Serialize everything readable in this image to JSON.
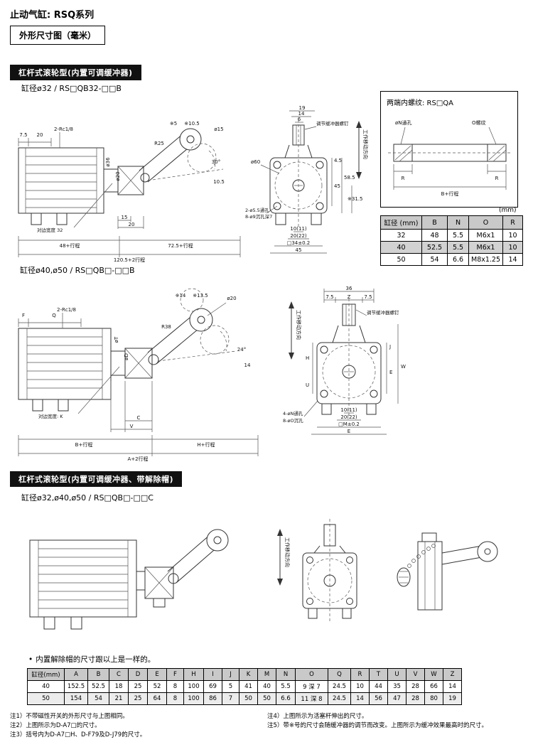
{
  "page": {
    "title": "止动气缸: RSQ系列",
    "dim_box": "外形尺寸图（毫米）",
    "unit_note": "(mm)"
  },
  "sec1": {
    "bar": "杠杆式滚轮型(内置可调缓冲器)",
    "model32": "缸径ø32 / RS□QB32-□□B",
    "model4050": "缸径ø40,ø50 / RS□QB□-□□B"
  },
  "sec2": {
    "bar": "杠杆式滚轮型(内置可调缓冲器、带解除帽)",
    "model": "缸径ø32,ø40,ø50 / RS□QB□-□□C",
    "same_dim_note": "内置解除帽的尺寸跟以上是一样的。"
  },
  "threadbox": {
    "title": "两端内螺纹: RS□QA",
    "n_hole": "øN通孔",
    "o_thread": "O螺纹",
    "r1": "R",
    "r2": "R",
    "b_stroke": "B+行程"
  },
  "d1s": {
    "n75": "7.5",
    "rc": "2-Rc1/8",
    "n20": "20",
    "o36": "ø36",
    "o20": "ø20",
    "r25": "R25",
    "s5": "※5",
    "s105": "※10.5",
    "o15": "ø15",
    "a30": "30°",
    "n105": "10.5",
    "flats": "对边宽度 32",
    "n15": "15",
    "n20b": "20",
    "dim1": "48+行程",
    "dim2": "72.5+行程",
    "dim3": "120.5+2行程"
  },
  "d1f": {
    "move": "工作移动方向",
    "n19": "19",
    "n14": "14",
    "n6": "6",
    "o60": "ø60",
    "n45a": "4.5",
    "n45": "45",
    "n585": "58.5",
    "s315": "※31.5",
    "adj": "调节缓冲器螺钉",
    "th": "2-ø5.5通孔",
    "cb": "8-ø9沉孔深7",
    "b1": "10(11)",
    "b2": "20(22)",
    "b3": "□34±0.2",
    "b4": "45"
  },
  "d2s": {
    "f": "F",
    "rc": "2-Rc1/8",
    "q": "Q",
    "s14": "※14",
    "s135": "※13.5",
    "o20": "ø20",
    "r38": "R38",
    "ot": "øT",
    "od": "øD",
    "a24": "24°",
    "n14": "14",
    "flats": "对边宽度: K",
    "c": "C",
    "v": "V",
    "dim1": "B+行程",
    "dim2": "H+行程",
    "dim3": "A+2行程"
  },
  "d2f": {
    "move": "工作移动方向",
    "n36": "36",
    "z": "Z",
    "n75l": "7.5",
    "n75r": "7.5",
    "j": "J",
    "e": "E",
    "w": "W",
    "u": "U",
    "h": "H",
    "adj": "调节缓冲器螺钉",
    "th": "4-øN通孔",
    "cb": "8-øO沉孔",
    "b1": "10(11)",
    "b2": "20(22)",
    "b3": "□M±0.2",
    "b4": "E"
  },
  "d3": {
    "move": "工作移动方向"
  },
  "table1": {
    "headers": [
      "缸径 (mm)",
      "B",
      "N",
      "O",
      "R"
    ],
    "rows": [
      [
        "32",
        "48",
        "5.5",
        "M6x1",
        "10"
      ],
      [
        "40",
        "52.5",
        "5.5",
        "M6x1",
        "10"
      ],
      [
        "50",
        "54",
        "6.6",
        "M8x1.25",
        "14"
      ]
    ]
  },
  "table2": {
    "headers": [
      "缸径(mm)",
      "A",
      "B",
      "C",
      "D",
      "E",
      "F",
      "H",
      "I",
      "J",
      "K",
      "M",
      "N",
      "O",
      "Q",
      "R",
      "T",
      "U",
      "V",
      "W",
      "Z"
    ],
    "rows": [
      [
        "40",
        "152.5",
        "52.5",
        "18",
        "25",
        "52",
        "8",
        "100",
        "69",
        "5",
        "41",
        "40",
        "5.5",
        "9 深 7",
        "24.5",
        "10",
        "44",
        "35",
        "28",
        "66",
        "14"
      ],
      [
        "50",
        "154",
        "54",
        "21",
        "25",
        "64",
        "8",
        "100",
        "86",
        "7",
        "50",
        "50",
        "6.6",
        "11 深 8",
        "24.5",
        "14",
        "56",
        "47",
        "28",
        "80",
        "19"
      ]
    ]
  },
  "notes": {
    "n1": "注1）不带磁性开关的外形尺寸与上图相同。",
    "n2": "注2）上图所示为D-A7□的尺寸。",
    "n3": "注3）括号内为D-A7□H、D-F79及D-J79的尺寸。",
    "n4": "注4）上图所示为活塞杆伸出的尺寸。",
    "n5": "注5）带※号的尺寸会随缓冲器的调节而改变。上图所示为缓冲效果最高时的尺寸。"
  }
}
